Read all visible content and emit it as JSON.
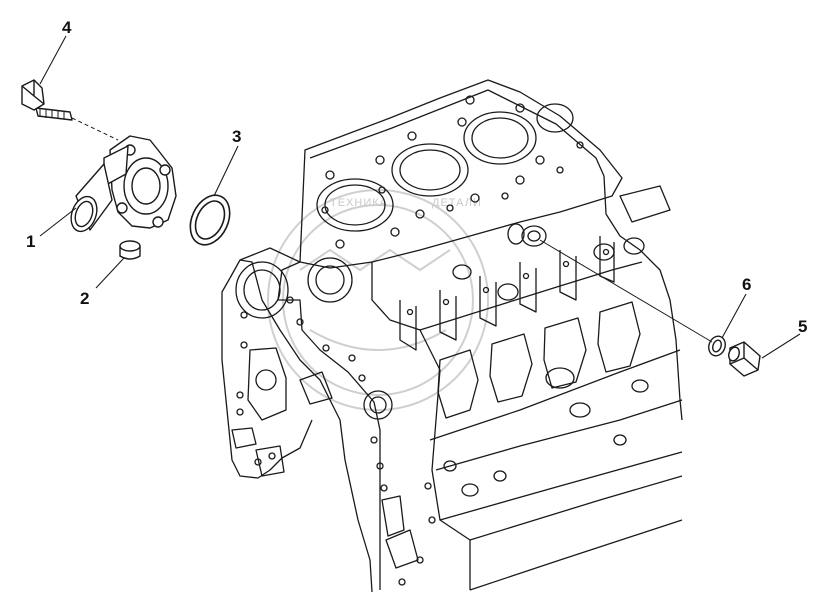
{
  "diagram": {
    "callouts": [
      {
        "id": "c1",
        "label": "1",
        "part": "thermostat-housing"
      },
      {
        "id": "c2",
        "label": "2",
        "part": "bushing"
      },
      {
        "id": "c3",
        "label": "3",
        "part": "seal-ring"
      },
      {
        "id": "c4",
        "label": "4",
        "part": "bolt"
      },
      {
        "id": "c5",
        "label": "5",
        "part": "plug"
      },
      {
        "id": "c6",
        "label": "6",
        "part": "washer"
      }
    ],
    "watermark": {
      "top_text": "ТЕХНИКА",
      "bottom_text": "ДЕТАЛИ"
    },
    "colors": {
      "line": "#1a1a1a",
      "watermark": "#cfcfcf",
      "background": "#ffffff"
    }
  }
}
